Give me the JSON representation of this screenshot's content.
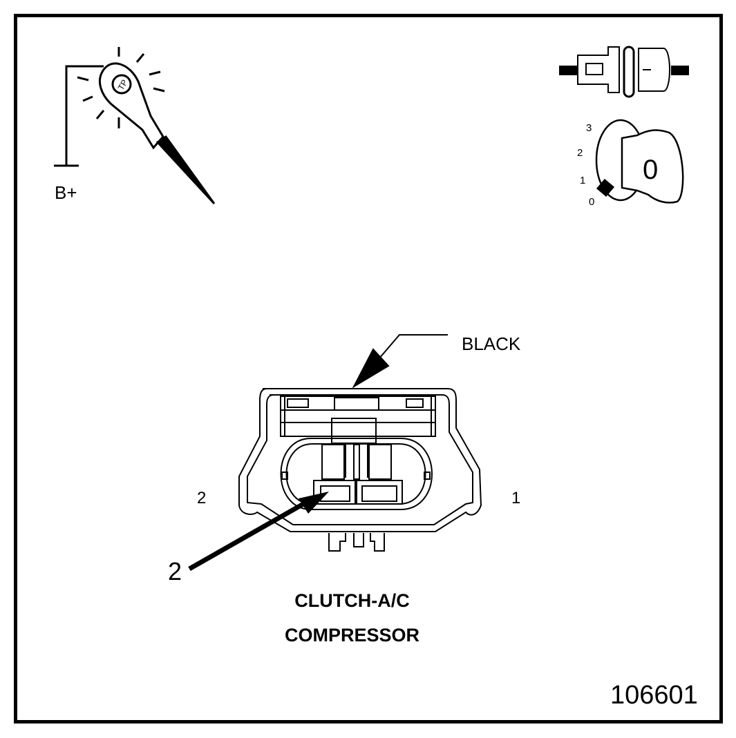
{
  "supply_label": "B+",
  "connector_color": "BLACK",
  "pins": {
    "left": "2",
    "right": "1"
  },
  "callout_number": "2",
  "connector_title_line1": "CLUTCH-A/C",
  "connector_title_line2": "COMPRESSOR",
  "figure_number": "106601",
  "ignition": {
    "positions": [
      "3",
      "2",
      "1",
      "0"
    ],
    "selected": "0"
  },
  "icons": [
    "test-lamp-icon",
    "disconnected-connector-icon",
    "ignition-key-icon"
  ]
}
